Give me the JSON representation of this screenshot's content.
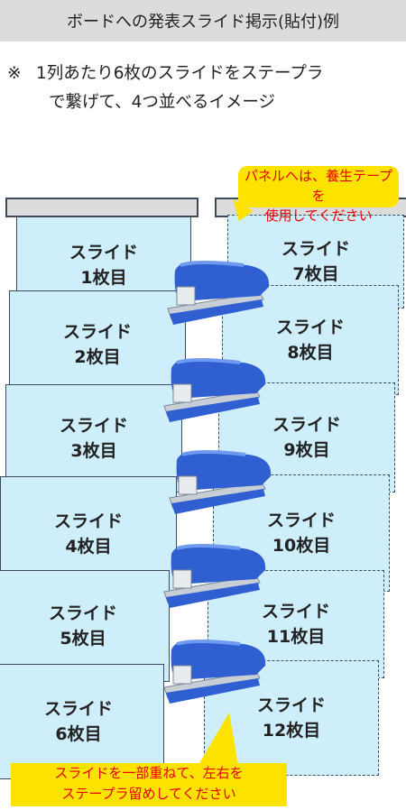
{
  "header": {
    "title": "ボードへの発表スライド掲示(貼付)例"
  },
  "note": {
    "mark": "※",
    "line1": "1列あたり6枚のスライドをステープラ",
    "line2": "で繋げて、4つ並べるイメージ"
  },
  "callouts": {
    "top_line1": "パネルへは、養生テープを",
    "top_line2": "使用してください",
    "bottom_line1": "スライドを一部重ねて、左右を",
    "bottom_line2": "ステープラ留めしてください"
  },
  "slides_left": [
    {
      "label": "スライド\n1枚目"
    },
    {
      "label": "スライド\n2枚目"
    },
    {
      "label": "スライド\n3枚目"
    },
    {
      "label": "スライド\n4枚目"
    },
    {
      "label": "スライド\n5枚目"
    },
    {
      "label": "スライド\n6枚目"
    }
  ],
  "slides_right": [
    {
      "label": "スライド\n7枚目"
    },
    {
      "label": "スライド\n8枚目"
    },
    {
      "label": "スライド\n9枚目"
    },
    {
      "label": "スライド\n10枚目"
    },
    {
      "label": "スライド\n11枚目"
    },
    {
      "label": "スライド\n12枚目"
    }
  ],
  "colors": {
    "slide_fill": "#cdeefa",
    "callout_fill": "#ffe300",
    "callout_text": "#e80000",
    "header_fill": "#dcdcdc",
    "stapler_blue": "#2f5fd0"
  }
}
